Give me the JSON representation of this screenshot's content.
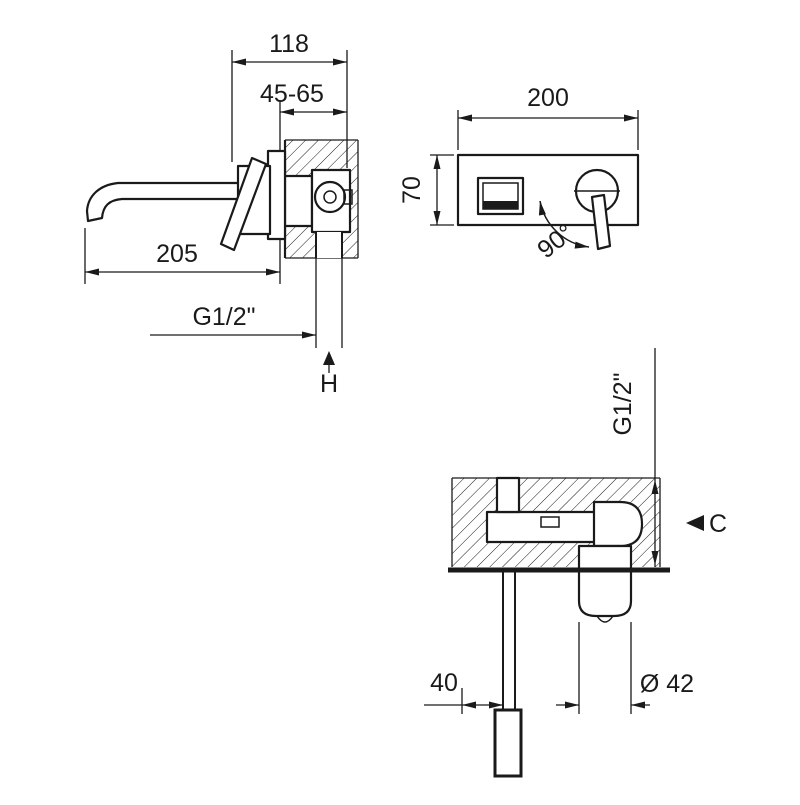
{
  "drawing": {
    "side_view": {
      "dim_total_depth": "118",
      "dim_wall_thickness_range": "45-65",
      "dim_spout_length": "205",
      "thread_label": "G1/2\"",
      "inlet_label": "H"
    },
    "front_view": {
      "dim_plate_width": "200",
      "dim_plate_height": "70",
      "handle_rotation_angle": "90°"
    },
    "top_view": {
      "thread_label": "G1/2\"",
      "embed_depth_label": "C",
      "dim_offset": "40",
      "dim_body_diameter": "Ø 42"
    },
    "colors": {
      "line": "#1a1a1a",
      "background": "#ffffff"
    }
  }
}
